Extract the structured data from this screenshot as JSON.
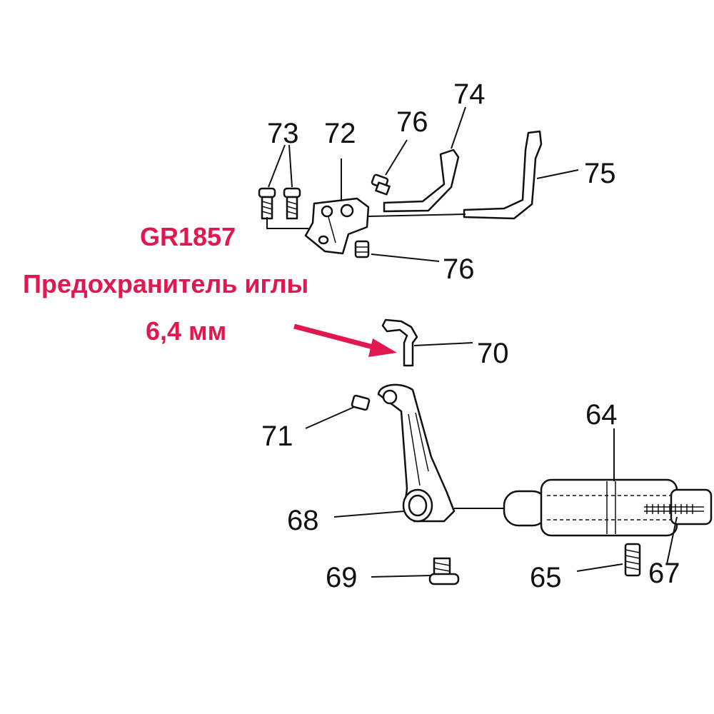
{
  "callout": {
    "code": "GR1857",
    "description": "Предохранитель иглы",
    "size": "6,4 мм",
    "color": "#e0184f"
  },
  "part_numbers": {
    "p64": "64",
    "p65": "65",
    "p67": "67",
    "p68": "68",
    "p69": "69",
    "p70": "70",
    "p71": "71",
    "p72": "72",
    "p73": "73",
    "p74": "74",
    "p75": "75",
    "p76_top": "76",
    "p76_bottom": "76"
  }
}
